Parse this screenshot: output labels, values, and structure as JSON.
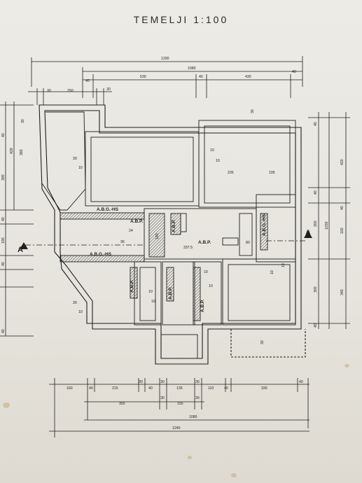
{
  "title": "TEMELJI  1:100",
  "dims": {
    "top_total": "1330",
    "top_sub": "1080",
    "top_40a": "40",
    "top_530": "530",
    "top_40b": "40",
    "top_430": "430",
    "top_40c": "40",
    "top_30a": "30",
    "top_250": "250",
    "top_30b": "30",
    "d30_room": "30",
    "d10_room": "10",
    "d10_right": "10",
    "d10_right2": "10",
    "d235": "235",
    "d195": "195",
    "d30_left": "30",
    "d10_left": "10",
    "d24": "24",
    "d36": "36",
    "d190": "190",
    "d3375": "337.5",
    "d80": "80",
    "d10_c": "10",
    "d10_d": "10",
    "d10_e": "10",
    "d10_f": "10",
    "d30_g": "30",
    "d10_g": "10",
    "d10_r1": "10",
    "d10_r2": "10",
    "d30_bottom": "30",
    "d30_b2": "30",
    "r40a": "40",
    "r420": "420",
    "r1030": "1030",
    "r40b": "40",
    "r260": "260",
    "r160": "160",
    "r40c": "40",
    "r300": "300",
    "r340": "340",
    "r40d": "40",
    "l30": "30",
    "l429": "429",
    "l380": "380",
    "l390": "390",
    "l40": "40",
    "l190": "190",
    "l40b": "40",
    "l40c": "40",
    "l40d": "40",
    "b160": "160",
    "b40a": "40",
    "b215": "215",
    "b30a": "30",
    "b40b": "40",
    "b30b": "30",
    "b135": "135",
    "b30c": "30",
    "b110": "110",
    "b40c": "40",
    "b330": "330",
    "b40d": "40",
    "b355": "355",
    "b30d": "30",
    "b155": "155",
    "b30e": "30",
    "b1080": "1080",
    "b1240": "1240"
  },
  "labels": {
    "abg1": "A.B.G.-HS",
    "abg2": "A.B.G.-HS",
    "abg3": "A.B.G.-HS",
    "abp1": "A.B.P.",
    "abp2": "A.B.P.",
    "abp3": "A.B.P.",
    "abp4": "A.B.P.",
    "abp5": "A.B.P.",
    "abp6": "A.B.P.",
    "section_left": "A",
    "section_right": "A"
  }
}
